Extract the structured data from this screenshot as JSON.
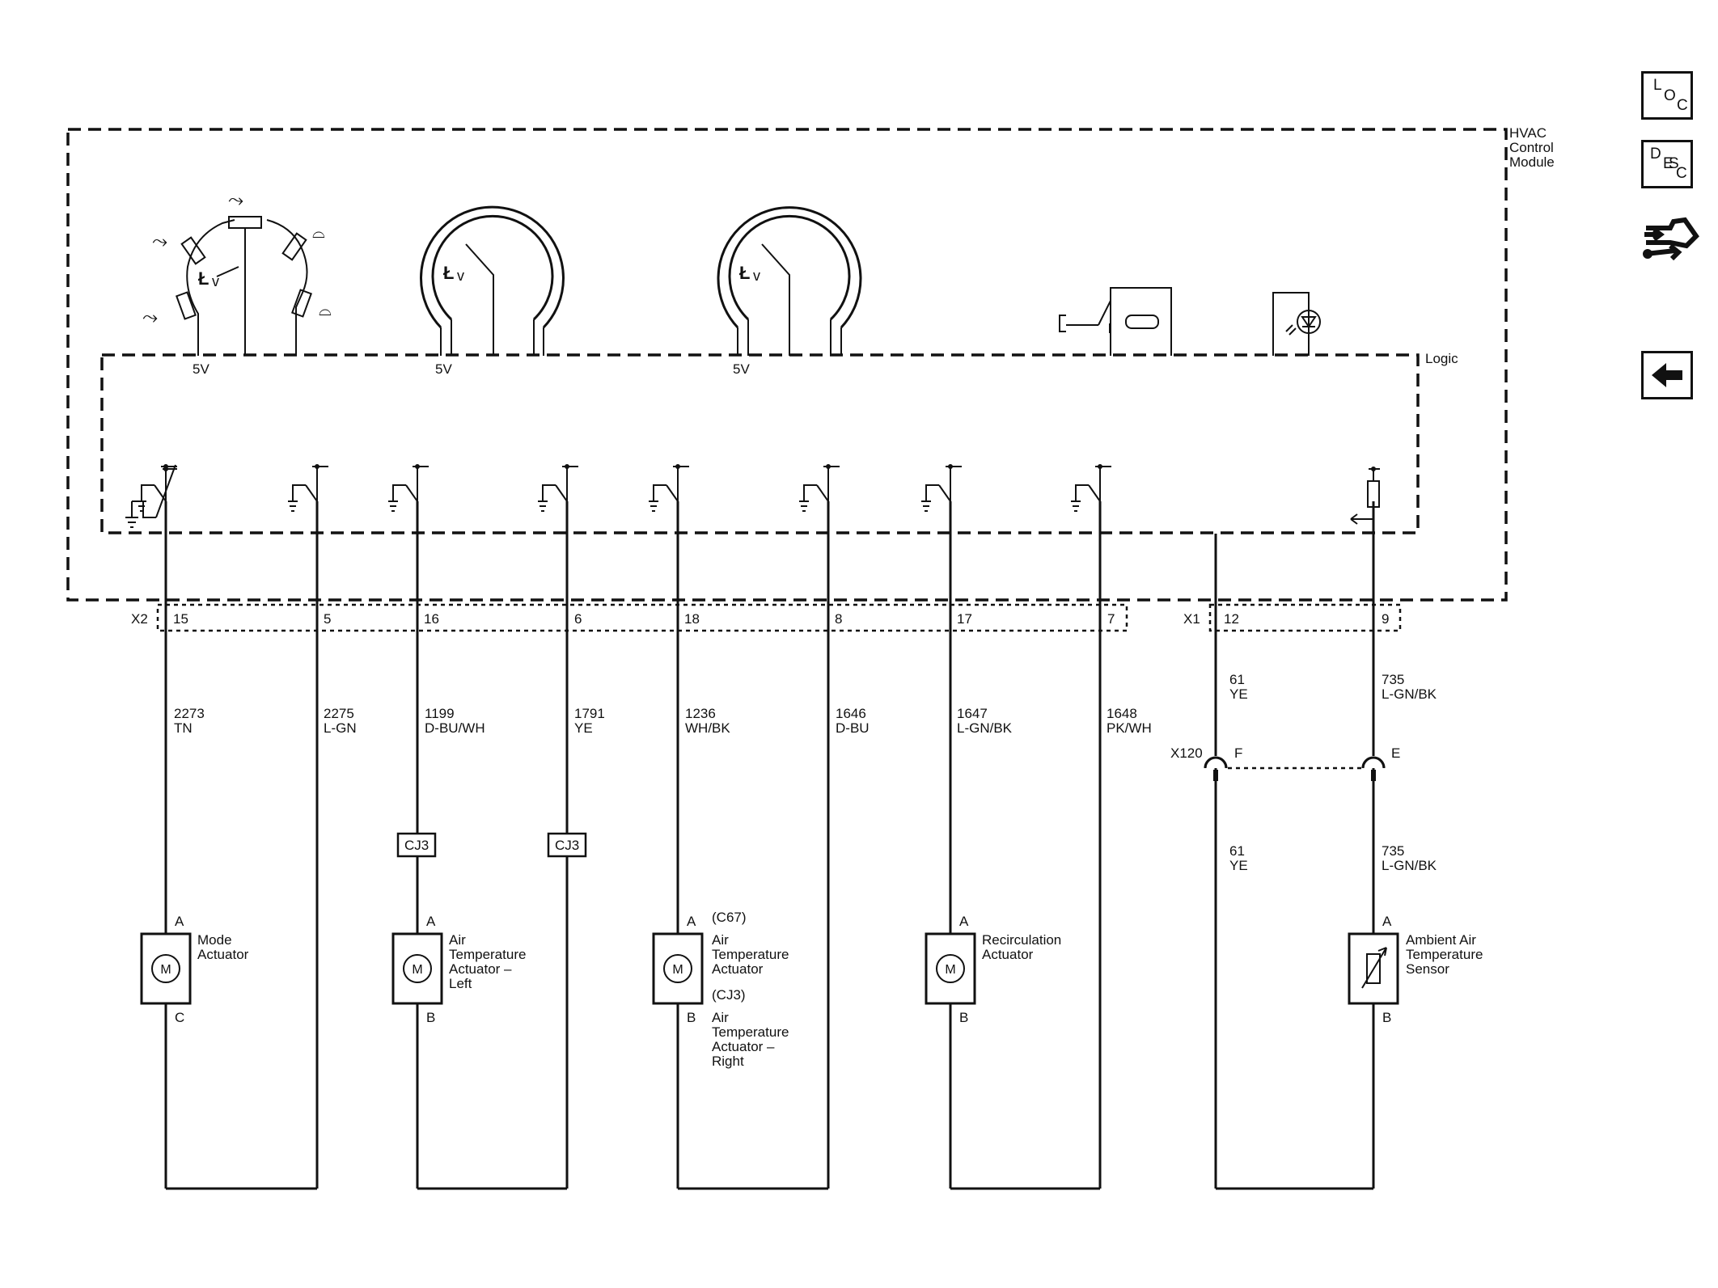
{
  "module": {
    "title_lines": [
      "HVAC",
      "Control",
      "Module"
    ],
    "logic_label": "Logic",
    "supply_labels": [
      "5V",
      "5V",
      "5V"
    ]
  },
  "connectors": {
    "x2": {
      "name": "X2",
      "pins": [
        "15",
        "5",
        "16",
        "6",
        "18",
        "8",
        "17",
        "7"
      ]
    },
    "x1": {
      "name": "X1",
      "pins": [
        "12",
        "9"
      ]
    },
    "x120": {
      "name": "X120",
      "pins": [
        "F",
        "E"
      ]
    }
  },
  "wires": [
    {
      "circuit": "2273",
      "color": "TN"
    },
    {
      "circuit": "2275",
      "color": "L-GN"
    },
    {
      "circuit": "1199",
      "color": "D-BU/WH"
    },
    {
      "circuit": "1791",
      "color": "YE"
    },
    {
      "circuit": "1236",
      "color": "WH/BK"
    },
    {
      "circuit": "1646",
      "color": "D-BU"
    },
    {
      "circuit": "1647",
      "color": "L-GN/BK"
    },
    {
      "circuit": "1648",
      "color": "PK/WH"
    },
    {
      "circuit": "61",
      "color": "YE"
    },
    {
      "circuit": "735",
      "color": "L-GN/BK"
    },
    {
      "circuit": "61",
      "color": "YE"
    },
    {
      "circuit": "735",
      "color": "L-GN/BK"
    }
  ],
  "splices": [
    "CJ3",
    "CJ3"
  ],
  "components": {
    "mode": {
      "pin_a": "A",
      "pin_b": "C",
      "symbol": "M",
      "name_lines": [
        "Mode",
        "Actuator"
      ]
    },
    "air_temp_left": {
      "pin_a": "A",
      "pin_b": "B",
      "symbol": "M",
      "name_lines": [
        "Air",
        "Temperature",
        "Actuator –",
        "Left"
      ]
    },
    "air_temp_right": {
      "pin_a": "A",
      "pin_b": "B",
      "symbol": "M",
      "option_1": "(C67)",
      "name_lines": [
        "Air",
        "Temperature",
        "Actuator"
      ],
      "option_2": "(CJ3)",
      "name2_lines": [
        "Air",
        "Temperature",
        "Actuator –",
        "Right"
      ]
    },
    "recirc": {
      "pin_a": "A",
      "pin_b": "B",
      "symbol": "M",
      "name_lines": [
        "Recirculation",
        "Actuator"
      ]
    },
    "ambient": {
      "pin_a": "A",
      "pin_b": "B",
      "name_lines": [
        "Ambient Air",
        "Temperature",
        "Sensor"
      ]
    }
  },
  "sidebar": {
    "loc": [
      "L",
      "O",
      "C"
    ],
    "desc": [
      "D",
      "E",
      "S",
      "C"
    ],
    "tools_icon": "connector-tools-icon",
    "back_icon": "left-arrow-icon"
  }
}
